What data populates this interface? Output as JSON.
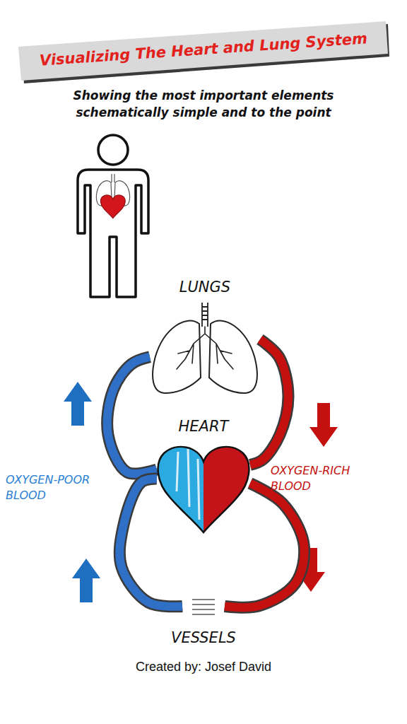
{
  "diagram": {
    "title": "Visualizing The Heart and Lung System",
    "caption": "Created by: Josef David",
    "nodes": [
      {
        "text": [
          "LUNGS"
        ]
      },
      {
        "text": [
          "HEART"
        ]
      },
      {
        "text": [
          "VESSELS"
        ]
      }
    ],
    "edges": [
      {
        "from": 1,
        "to": 0,
        "arrow": "none"
      },
      {
        "from": 0,
        "to": 1,
        "arrow": "none"
      },
      {
        "from": 1,
        "to": 2,
        "arrow": "none"
      },
      {
        "from": 2,
        "to": 1,
        "arrow": "none"
      }
    ],
    "labels": [
      "Showing the most important elements schematically simple and to the point",
      "OXYGEN-POOR BLOOD",
      "OXYGEN-RICH BLOOD"
    ]
  }
}
